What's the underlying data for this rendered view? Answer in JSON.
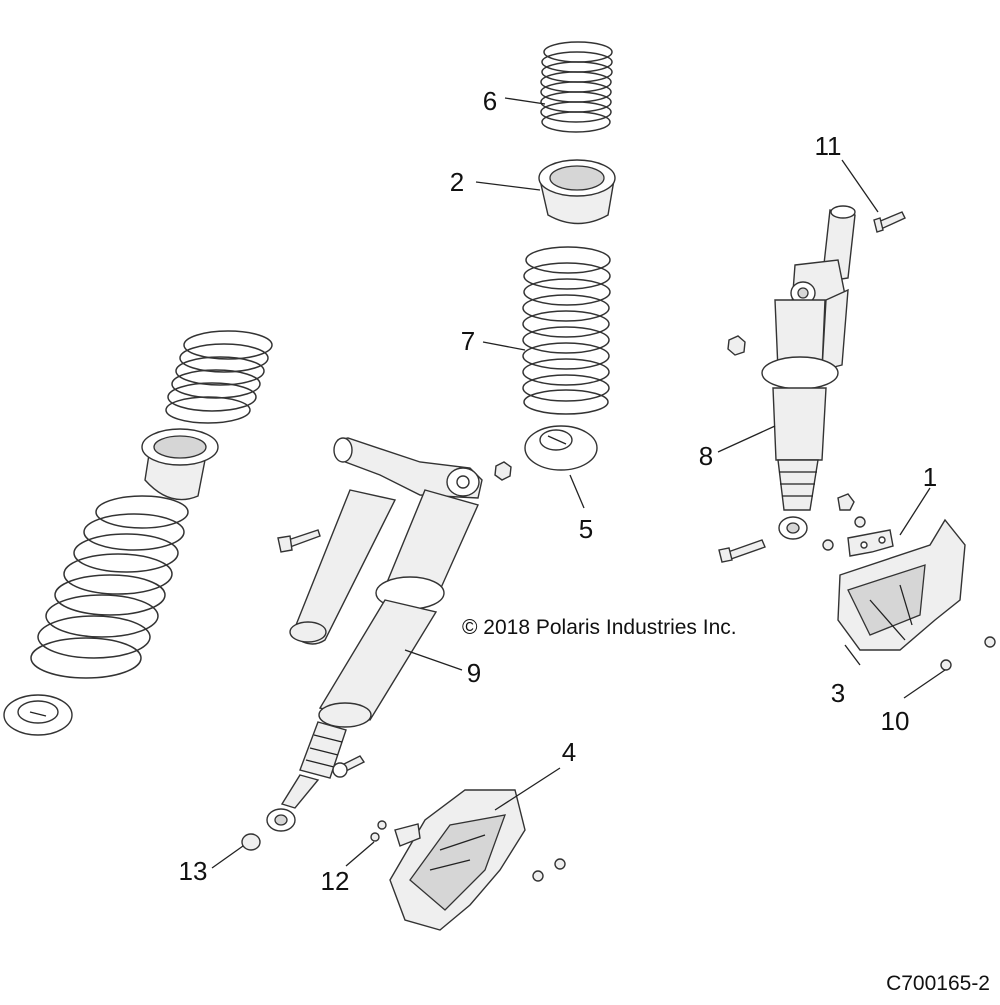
{
  "copyright": "© 2018 Polaris Industries Inc.",
  "figure_id": "C700165-2",
  "callouts": [
    {
      "num": "1"
    },
    {
      "num": "2"
    },
    {
      "num": "3"
    },
    {
      "num": "4"
    },
    {
      "num": "5"
    },
    {
      "num": "6"
    },
    {
      "num": "7"
    },
    {
      "num": "8"
    },
    {
      "num": "9"
    },
    {
      "num": "10"
    },
    {
      "num": "11"
    },
    {
      "num": "12"
    },
    {
      "num": "13"
    }
  ]
}
